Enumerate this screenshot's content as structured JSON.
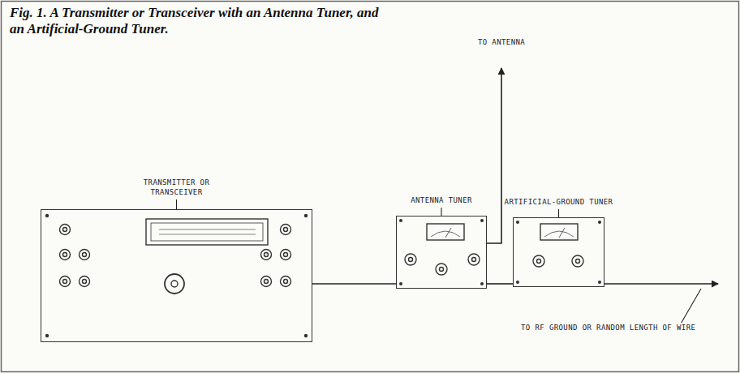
{
  "diagram": {
    "title": "Fig. 1. A Transmitter or Transceiver with an Antenna Tuner, and an Artificial-Ground Tuner.",
    "nodes": [
      {
        "text": [
          "TRANSMITTER OR TRANSCEIVER"
        ]
      },
      {
        "text": [
          "ANTENNA TUNER"
        ]
      },
      {
        "text": [
          "ARTIFICIAL-GROUND TUNER"
        ]
      }
    ],
    "edges": [
      {
        "from": 0,
        "to": 1,
        "arrow": "none"
      },
      {
        "from": 1,
        "to": 2,
        "arrow": "none"
      }
    ],
    "labels": [
      "TO ANTENNA",
      "TO RF GROUND OR RANDOM LENGTH OF WIRE"
    ]
  }
}
